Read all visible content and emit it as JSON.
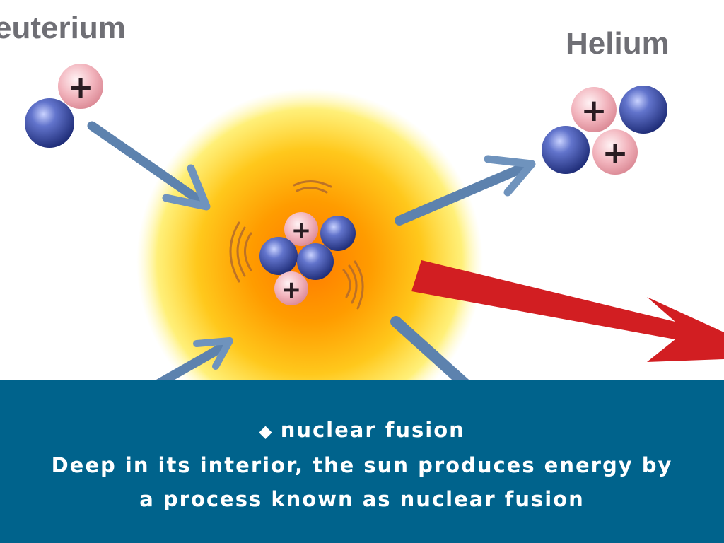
{
  "diagram": {
    "labels": {
      "deuterium": "euterium",
      "helium": "Helium"
    },
    "proton_symbol": "+",
    "colors": {
      "proton": "#f3b9c1",
      "neutron": "#3c50a8",
      "arrow_blue": "#5d82ae",
      "arrow_red": "#d21e22",
      "glow_core": "#ff9a00",
      "glow_outer": "#ffe95a"
    },
    "icons": [
      "deuterium-nucleus",
      "helium-nucleus",
      "fusion-glow",
      "energy-arrow"
    ]
  },
  "caption": {
    "bullet": "◆",
    "heading": "nuclear fusion",
    "line1": "Deep in its interior, the sun produces energy by",
    "line2": "a process known as nuclear fusion",
    "background": "#00638c"
  }
}
